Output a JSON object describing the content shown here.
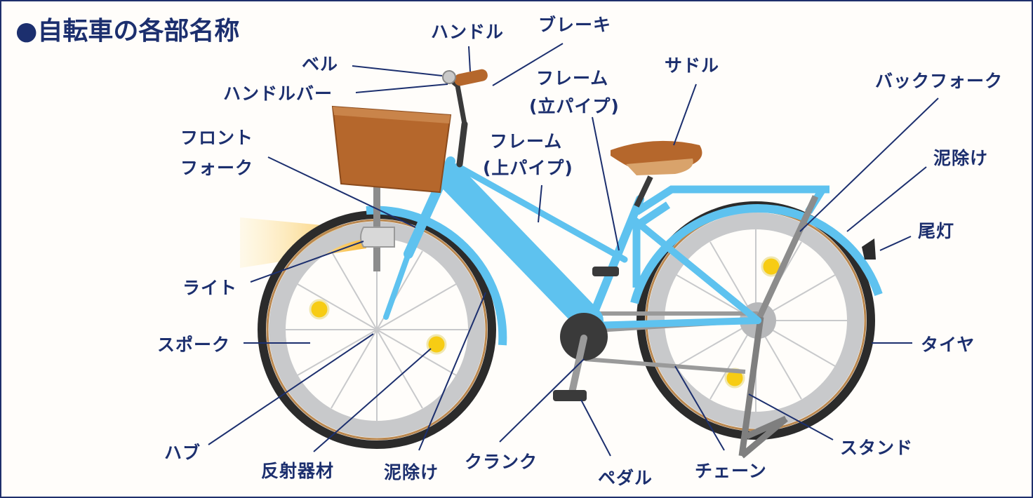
{
  "title": "●自転車の各部名称",
  "colors": {
    "frame": "#5ec2ef",
    "tire": "#2b2b2b",
    "rim": "#c8c9cb",
    "basket": "#b5672c",
    "saddle": "#b5672c",
    "reflector": "#f7cc14",
    "light_beam": "#fbcf4c",
    "text": "#1c2f6e"
  },
  "labels": {
    "handle": "ハンドル",
    "brake": "ブレーキ",
    "bell": "ベル",
    "handlebar": "ハンドルバー",
    "frame_seat_tube_1": "フレーム",
    "frame_seat_tube_2": "(立パイプ)",
    "saddle": "サドル",
    "back_fork": "バックフォーク",
    "front_fork_1": "フロント",
    "front_fork_2": "フォーク",
    "frame_top_tube_1": "フレーム",
    "frame_top_tube_2": "(上パイプ)",
    "rear_fender": "泥除け",
    "tail_light": "尾灯",
    "light": "ライト",
    "spoke": "スポーク",
    "tire": "タイヤ",
    "hub": "ハブ",
    "reflector": "反射器材",
    "front_fender": "泥除け",
    "crank": "クランク",
    "pedal": "ペダル",
    "chain": "チェーン",
    "stand": "スタンド"
  }
}
